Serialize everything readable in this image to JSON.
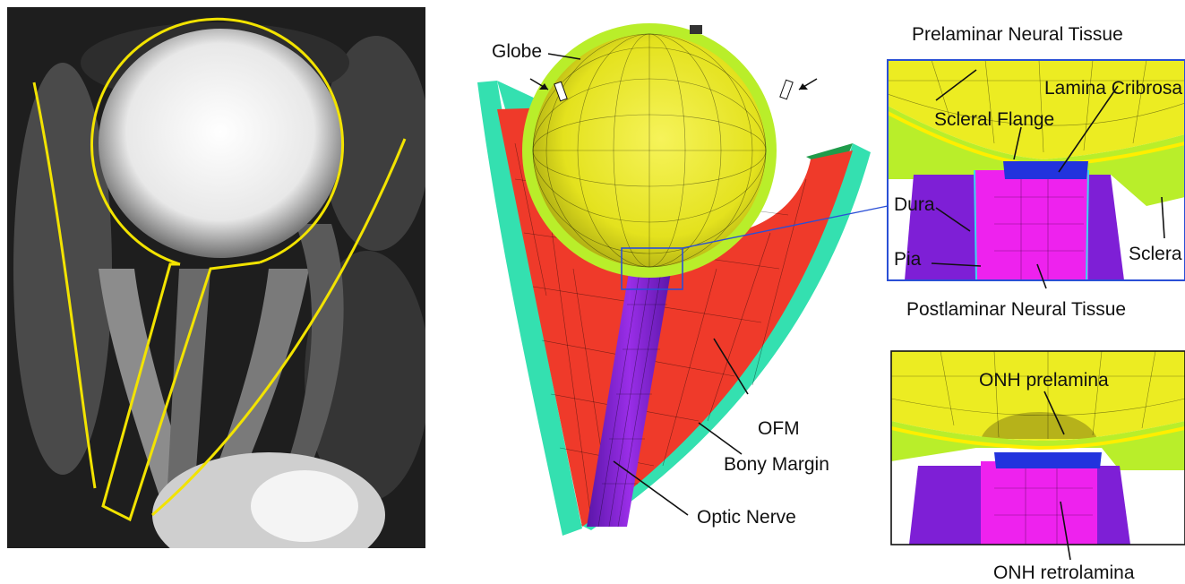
{
  "labels": {
    "globe": "Globe",
    "ofm": "OFM",
    "bony_margin": "Bony Margin",
    "optic_nerve": "Optic Nerve",
    "prelaminar_neural_tissue": "Prelaminar Neural Tissue",
    "lamina_cribrosa": "Lamina Cribrosa",
    "scleral_flange": "Scleral Flange",
    "dura": "Dura",
    "pia": "Pia",
    "sclera": "Sclera",
    "postlaminar_neural_tissue": "Postlaminar Neural Tissue",
    "onh_prelamina": "ONH prelamina",
    "onh_retrolamina": "ONH retrolamina"
  },
  "colors": {
    "outline_yellow": "#f2e300",
    "globe_yellow": "#ecec22",
    "sclera_green": "#b9ee2a",
    "ofm_red": "#ef3a2a",
    "bony_cyan": "#34e0b0",
    "nerve_purple": "#7e1fd6",
    "pia_magenta": "#ee22ee",
    "lamina_blue": "#2233dd",
    "inset_border_blue": "#2a4fd6"
  }
}
